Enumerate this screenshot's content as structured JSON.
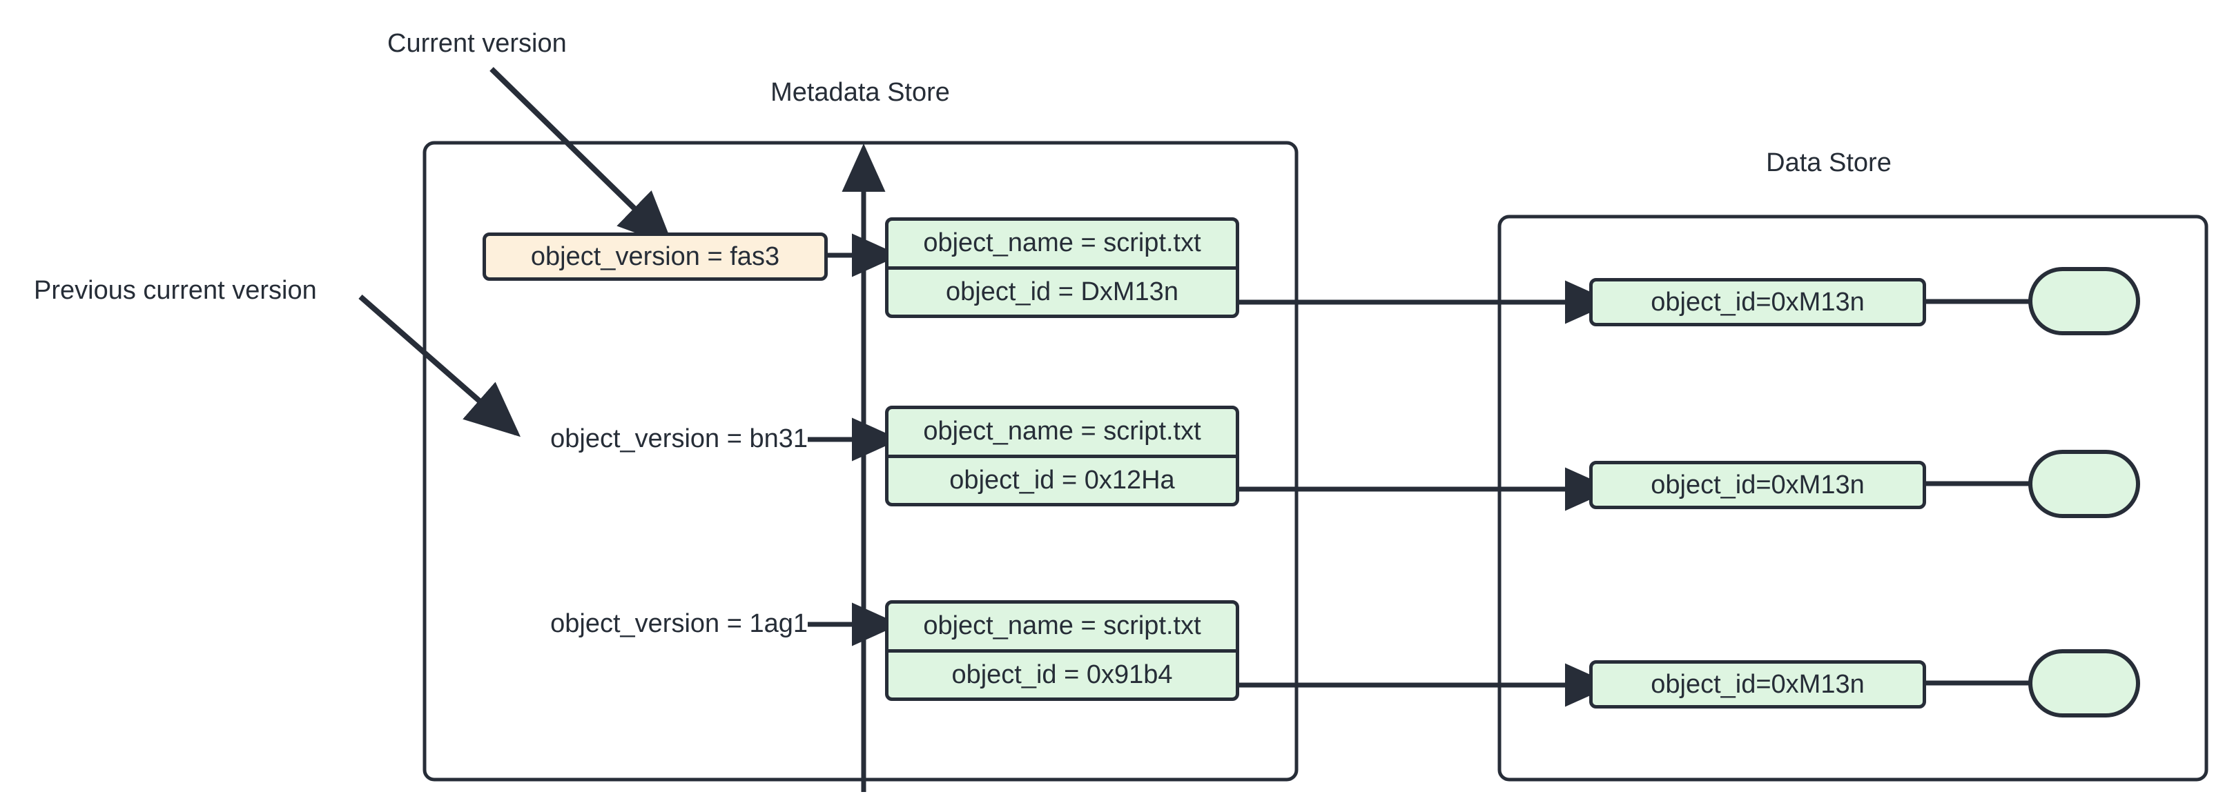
{
  "diagram": {
    "title_metadata_store": "Metadata Store",
    "title_data_store": "Data Store",
    "callouts": {
      "current_version": "Current version",
      "previous_current_version": "Previous current version"
    },
    "versions": [
      {
        "label": "object_version = fas3",
        "highlighted": true
      },
      {
        "label": "object_version = bn31",
        "highlighted": false
      },
      {
        "label": "object_version = 1ag1",
        "highlighted": false
      }
    ],
    "metadata_records": [
      {
        "name_line": "object_name = script.txt",
        "id_line": "object_id = DxM13n"
      },
      {
        "name_line": "object_name = script.txt",
        "id_line": "object_id = 0x12Ha"
      },
      {
        "name_line": "object_name = script.txt",
        "id_line": "object_id = 0x91b4"
      }
    ],
    "data_records": [
      {
        "id_line": "object_id=0xM13n"
      },
      {
        "id_line": "object_id=0xM13n"
      },
      {
        "id_line": "object_id=0xM13n"
      }
    ],
    "colors": {
      "stroke": "#272d38",
      "text": "#262d37",
      "highlight_fill": "#fdf0dc",
      "node_fill": "#def5e1",
      "background": "#ffffff"
    }
  }
}
